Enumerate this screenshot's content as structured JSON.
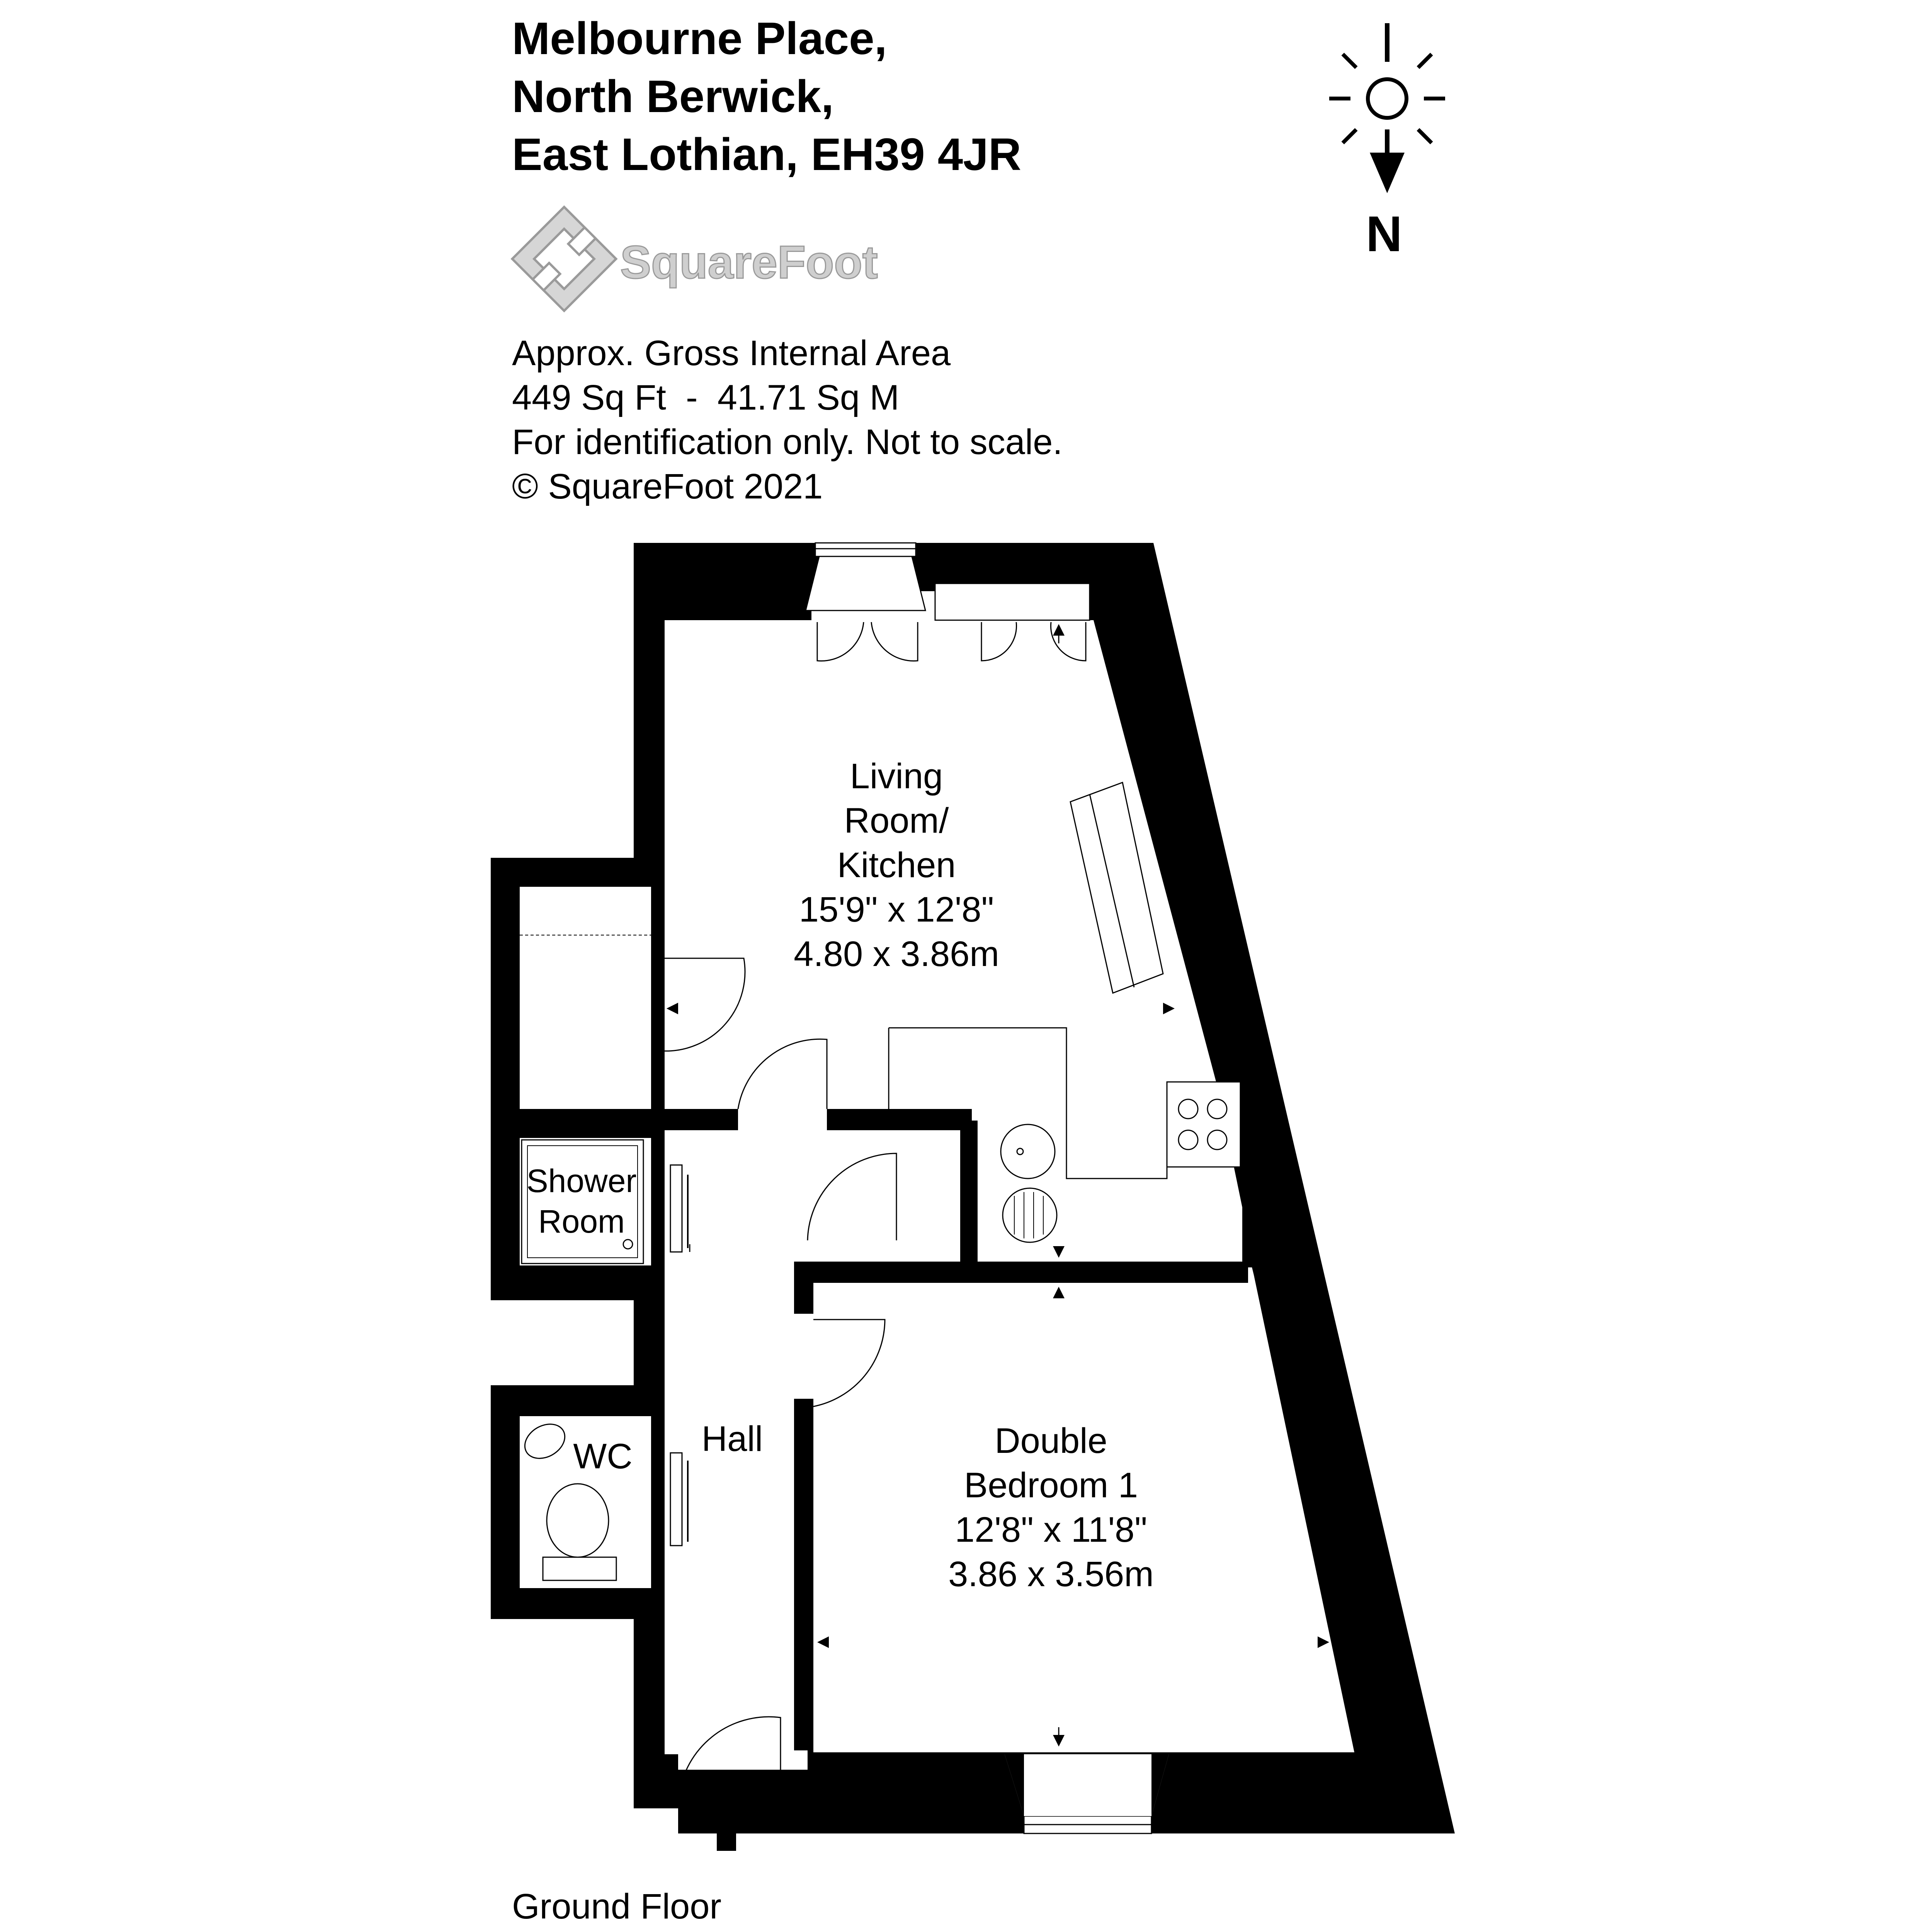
{
  "address": {
    "line1": "Melbourne Place,",
    "line2": "North Berwick,",
    "line3": "East Lothian, EH39 4JR"
  },
  "brand": {
    "name": "SquareFoot",
    "logo_color": "#cfcfcf"
  },
  "info": {
    "line1": "Approx. Gross Internal Area",
    "line2": "449 Sq Ft  -  41.71 Sq M",
    "line3": "For identification only. Not to scale.",
    "line4": "© SquareFoot 2021"
  },
  "compass": {
    "label": "N",
    "icon": "sun-compass-icon"
  },
  "rooms": {
    "living": {
      "name1": "Living",
      "name2": "Room/",
      "name3": "Kitchen",
      "imperial": "15'9\" x 12'8\"",
      "metric": "4.80 x 3.86m"
    },
    "bedroom": {
      "name1": "Double",
      "name2": "Bedroom 1",
      "imperial": "12'8\" x 11'8\"",
      "metric": "3.86 x 3.56m"
    },
    "shower": {
      "name1": "Shower",
      "name2": "Room"
    },
    "wc": {
      "name": "WC"
    },
    "hall": {
      "name": "Hall"
    }
  },
  "floor_label": "Ground Floor",
  "colors": {
    "wall": "#000000",
    "background": "#ffffff"
  }
}
